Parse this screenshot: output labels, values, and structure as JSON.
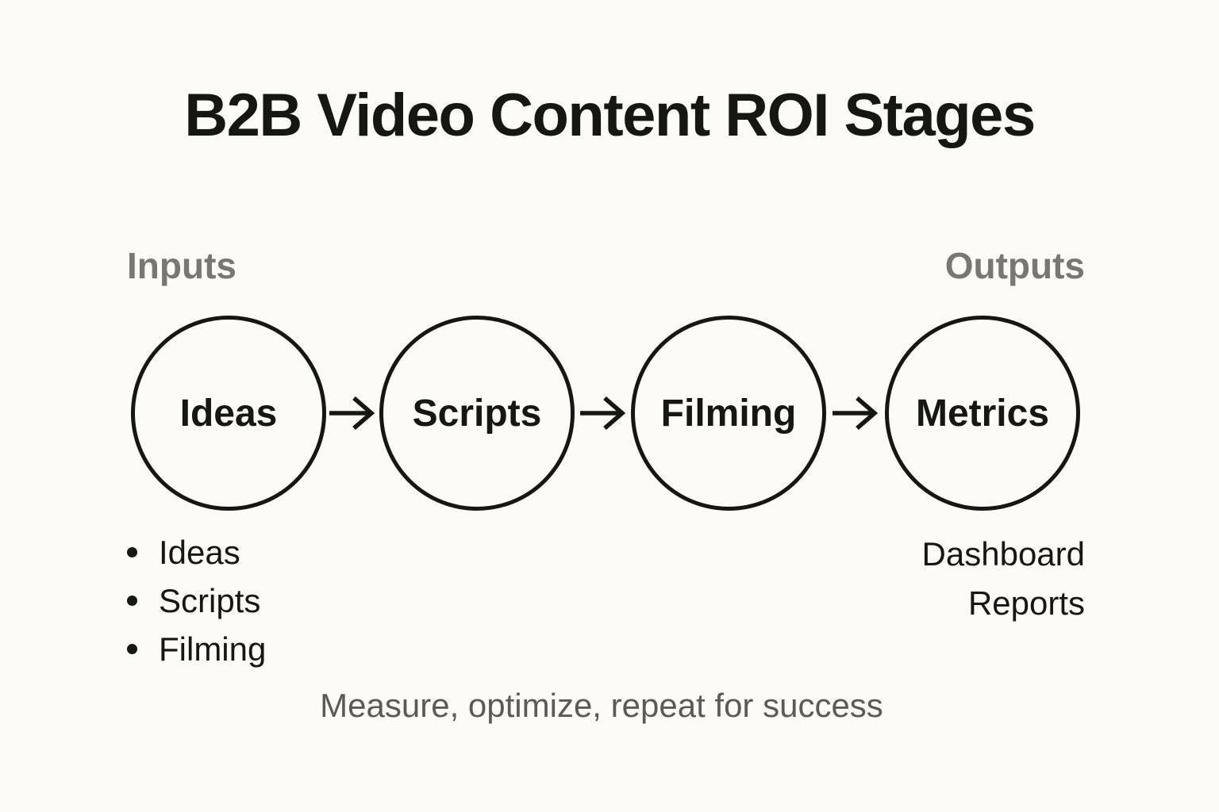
{
  "title": "B2B Video Content ROI Stages",
  "flow": {
    "inputs_label": "Inputs",
    "outputs_label": "Outputs",
    "stages": [
      {
        "label": "Ideas"
      },
      {
        "label": "Scripts"
      },
      {
        "label": "Filming"
      },
      {
        "label": "Metrics"
      }
    ]
  },
  "inputs_list": {
    "items": [
      {
        "label": "Ideas"
      },
      {
        "label": "Scripts"
      },
      {
        "label": "Filming"
      }
    ]
  },
  "outputs_list": {
    "items": [
      {
        "label": "Dashboard"
      },
      {
        "label": "Reports"
      }
    ]
  },
  "footer": {
    "caption": "Measure, optimize, repeat for success"
  },
  "colors": {
    "background": "#FCFBF6",
    "text_primary": "#161613",
    "zone_label_gray": "#787771",
    "caption_gray": "#5B5A55",
    "circle_stroke": "#161613"
  }
}
